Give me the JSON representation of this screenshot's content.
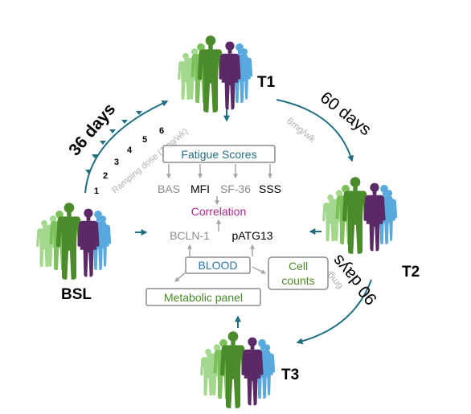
{
  "timepoints": {
    "bsl": "BSL",
    "t1": "T1",
    "t2": "T2",
    "t3": "T3"
  },
  "phases": {
    "phase1_duration": "36 days",
    "phase1_dose": "Ramping dose (1mg/wk)",
    "phase1_steps": [
      "1",
      "2",
      "3",
      "4",
      "5",
      "6"
    ],
    "phase2_duration": "60 days",
    "phase2_dose": "6mg/wk",
    "phase3_duration": "90 days",
    "phase3_dose": "6mg/wk"
  },
  "center": {
    "fatigue_scores": "Fatigue Scores",
    "measures": [
      "BAS",
      "MFI",
      "SF-36",
      "SSS"
    ],
    "correlation": "Correlation",
    "bcln": "BCLN-1",
    "patg13": "pATG13",
    "blood": "BLOOD",
    "cell_counts": [
      "Cell",
      "counts"
    ],
    "metabolic_panel": "Metabolic panel"
  },
  "colors": {
    "teal": "#1f6f83",
    "gray": "#a6a6a6",
    "box_border": "#8c8c8c",
    "fatigue_text": "#1f6f83",
    "correlation_text": "#b0278f",
    "blood_text": "#2e74b5",
    "green_text": "#4a8a2a",
    "green_dark": "#4c8b2b",
    "green_light": "#8ccf6e",
    "purple": "#5b2a66",
    "blue": "#4e9cd4"
  }
}
